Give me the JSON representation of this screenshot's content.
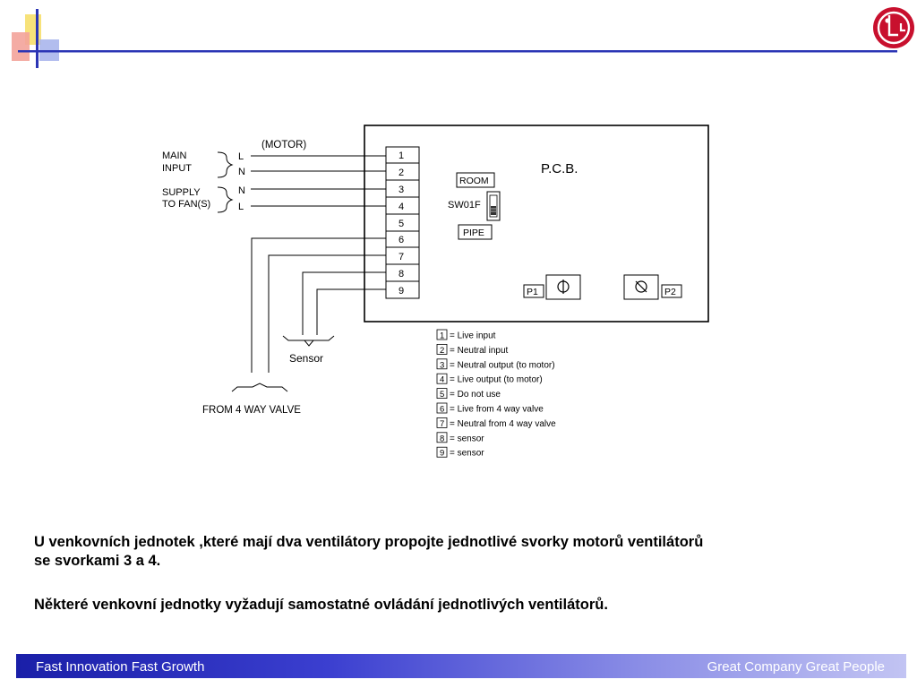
{
  "header": {
    "logo_text": "LG"
  },
  "diagram": {
    "motor_label": "(MOTOR)",
    "main_input": [
      "MAIN",
      "INPUT"
    ],
    "supply_to_fans": [
      "SUPPLY",
      "TO FAN(S)"
    ],
    "wire_letters": [
      "L",
      "N",
      "N",
      "L"
    ],
    "terminals": [
      "1",
      "2",
      "3",
      "4",
      "5",
      "6",
      "7",
      "8",
      "9"
    ],
    "pcb_label": "P.C.B.",
    "room_label": "ROOM",
    "switch_label": "SW01F",
    "pipe_label": "PIPE",
    "p1_label": "P1",
    "p2_label": "P2",
    "sensor_label": "Sensor",
    "valve_label": "FROM 4 WAY VALVE",
    "legend": [
      {
        "num": "1",
        "text": "= Live input"
      },
      {
        "num": "2",
        "text": "= Neutral input"
      },
      {
        "num": "3",
        "text": "= Neutral output (to motor)"
      },
      {
        "num": "4",
        "text": "= Live output (to motor)"
      },
      {
        "num": "5",
        "text": "= Do not use"
      },
      {
        "num": "6",
        "text": "= Live from 4 way valve"
      },
      {
        "num": "7",
        "text": "= Neutral from 4 way valve"
      },
      {
        "num": "8",
        "text": "= sensor"
      },
      {
        "num": "9",
        "text": "= sensor"
      }
    ]
  },
  "text": {
    "paragraph1_line1": "U venkovních jednotek ,které mají dva ventilátory  propojte jednotlivé svorky motorů ventilátorů",
    "paragraph1_line2": "se svorkami 3 a 4.",
    "paragraph2": "Některé venkovní jednotky vyžadují samostatné ovládání jednotlivých ventilátorů."
  },
  "footer": {
    "left": "Fast Innovation  Fast Growth",
    "right": "Great Company  Great People"
  }
}
